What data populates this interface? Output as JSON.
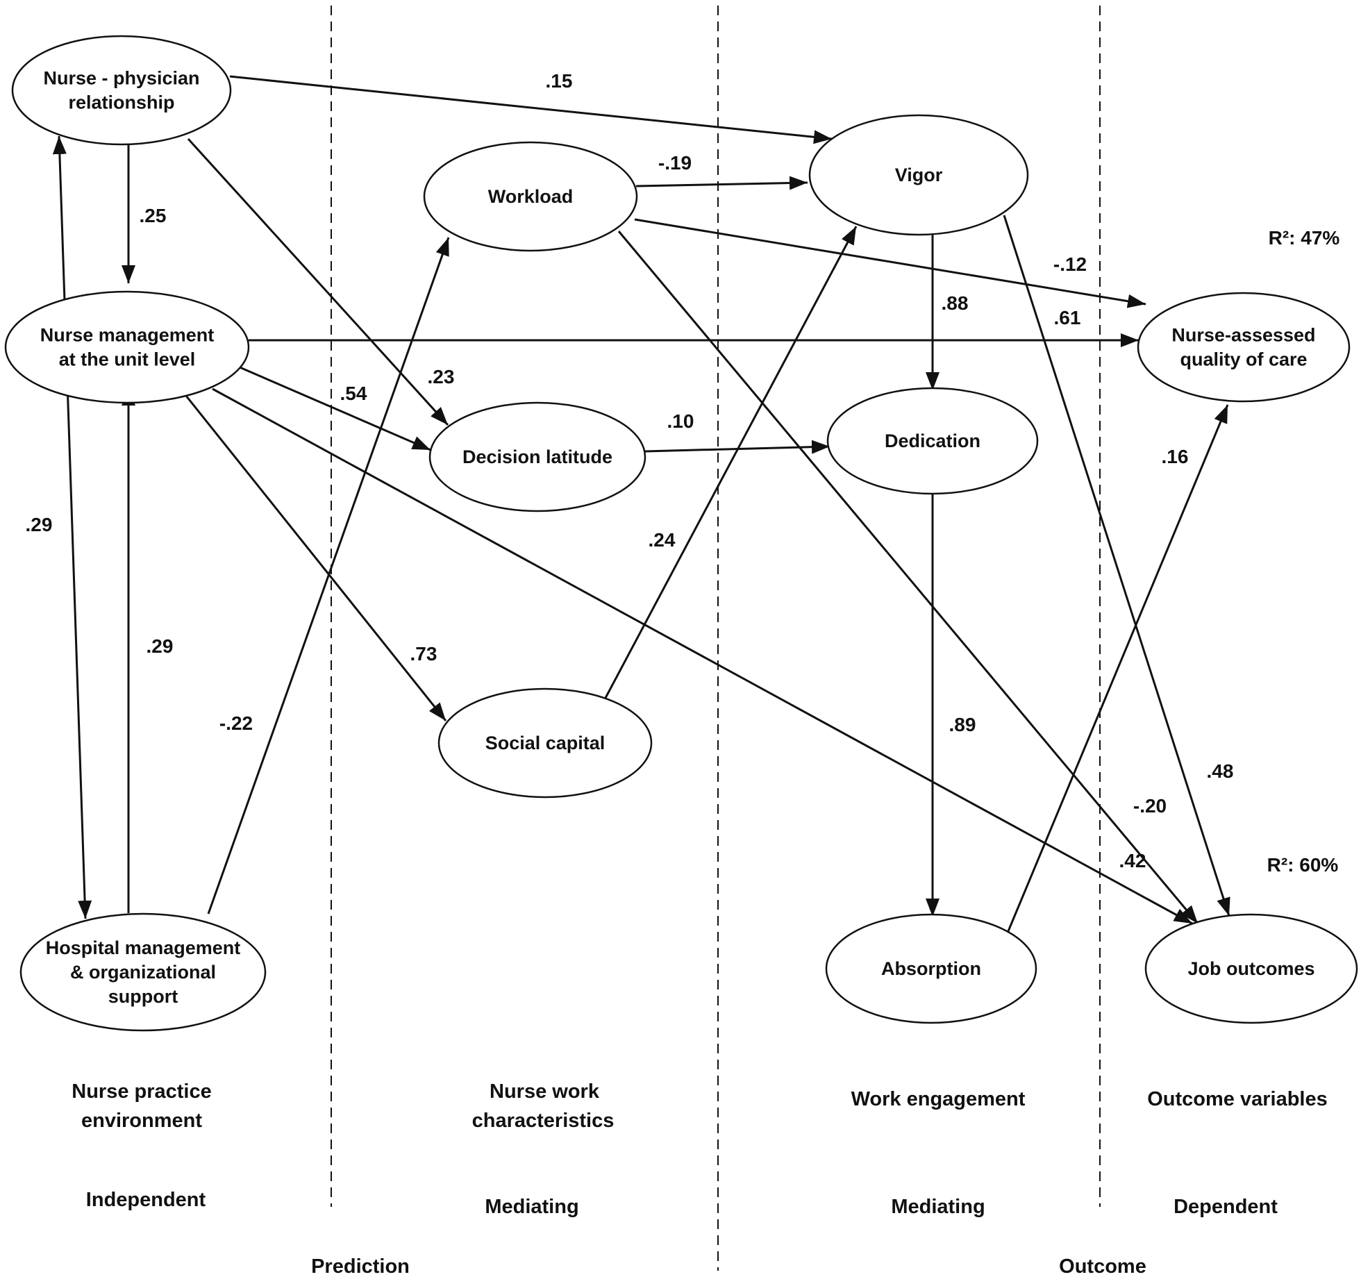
{
  "nodes": {
    "npr": [
      "Nurse - physician",
      "relationship"
    ],
    "nm": [
      "Nurse management",
      "at the unit level"
    ],
    "hm": [
      "Hospital management",
      "& organizational",
      "support"
    ],
    "wl": [
      "Workload"
    ],
    "dl": [
      "Decision latitude"
    ],
    "sc": [
      "Social capital"
    ],
    "vig": [
      "Vigor"
    ],
    "ded": [
      "Dedication"
    ],
    "abs": [
      "Absorption"
    ],
    "nq": [
      "Nurse-assessed",
      "quality of care"
    ],
    "jo": [
      "Job outcomes"
    ]
  },
  "paths": [
    {
      "from": "npr",
      "to": "vig",
      "coef": ".15"
    },
    {
      "from": "npr",
      "to": "nm",
      "coef": ".25"
    },
    {
      "from": "npr",
      "to": "dl",
      "coef": ".23"
    },
    {
      "from": "npr",
      "to": "hm",
      "coef": ".29",
      "bidirectional": true
    },
    {
      "from": "hm",
      "to": "nm",
      "coef": ".29"
    },
    {
      "from": "hm",
      "to": "wl",
      "coef": "-.22"
    },
    {
      "from": "nm",
      "to": "nq",
      "coef": ".61"
    },
    {
      "from": "nm",
      "to": "dl",
      "coef": ".54"
    },
    {
      "from": "nm",
      "to": "sc",
      "coef": ".73"
    },
    {
      "from": "nm",
      "to": "jo",
      "coef": ".42"
    },
    {
      "from": "wl",
      "to": "vig",
      "coef": "-.19"
    },
    {
      "from": "wl",
      "to": "nq",
      "coef": "-.12"
    },
    {
      "from": "wl",
      "to": "jo",
      "coef": "-.20"
    },
    {
      "from": "dl",
      "to": "ded",
      "coef": ".10"
    },
    {
      "from": "sc",
      "to": "vig",
      "coef": ".24"
    },
    {
      "from": "vig",
      "to": "ded",
      "coef": ".88"
    },
    {
      "from": "vig",
      "to": "jo",
      "coef": ".48"
    },
    {
      "from": "ded",
      "to": "abs",
      "coef": ".89"
    },
    {
      "from": "abs",
      "to": "nq",
      "coef": ".16"
    }
  ],
  "r_squared": {
    "nq": "R²: 47%",
    "jo": "R²: 60%"
  },
  "columns": [
    {
      "title": [
        "Nurse practice",
        "environment"
      ],
      "role": "Independent"
    },
    {
      "title": [
        "Nurse work",
        "characteristics"
      ],
      "role": "Mediating"
    },
    {
      "title": [
        "Work engagement"
      ],
      "role": "Mediating"
    },
    {
      "title": [
        "Outcome variables"
      ],
      "role": "Dependent"
    }
  ],
  "phases": [
    "Prediction",
    "Outcome"
  ]
}
